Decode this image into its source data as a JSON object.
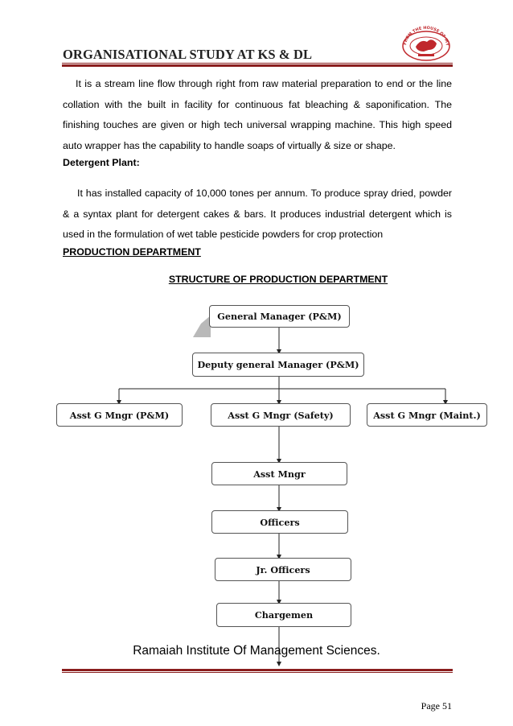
{
  "header": {
    "title": "ORGANISATIONAL STUDY AT KS & DL",
    "logo_text": "FROM THE HOUSE OF MYSORE SANDAL SOAP",
    "accent_color": "#8a1e1e"
  },
  "body": {
    "para1": "It is a stream line flow through right from raw material preparation to end or the line collation with the built in facility for continuous fat bleaching & saponification. The finishing touches are given or high tech universal wrapping machine. This high speed auto wrapper has the capability to handle soaps of virtually & size or shape.",
    "detergent_heading": "Detergent Plant:",
    "para2": "It has installed capacity of 10,000 tones per annum. To produce spray dried, powder & a syntax plant for detergent cakes & bars. It produces industrial detergent which is used in the formulation of wet table pesticide powders for crop protection",
    "production_heading": "PRODUCTION DEPARTMENT",
    "structure_heading": "STRUCTURE OF PRODUCTION DEPARTMENT"
  },
  "org_chart": {
    "general_manager": "General Manager (P&M)",
    "deputy_gm": "Deputy general Manager (P&M)",
    "asst_gm_pm": "Asst G  Mngr (P&M)",
    "asst_gm_safety": "Asst G Mngr (Safety)",
    "asst_gm_maint": "Asst G Mngr (Maint.)",
    "asst_mngr": "Asst Mngr",
    "officers": "Officers",
    "jr_officers": "Jr.   Officers",
    "chargemen": "Chargemen"
  },
  "footer": {
    "institute": "Ramaiah Institute Of Management Sciences.",
    "page_label": "Page 51"
  }
}
